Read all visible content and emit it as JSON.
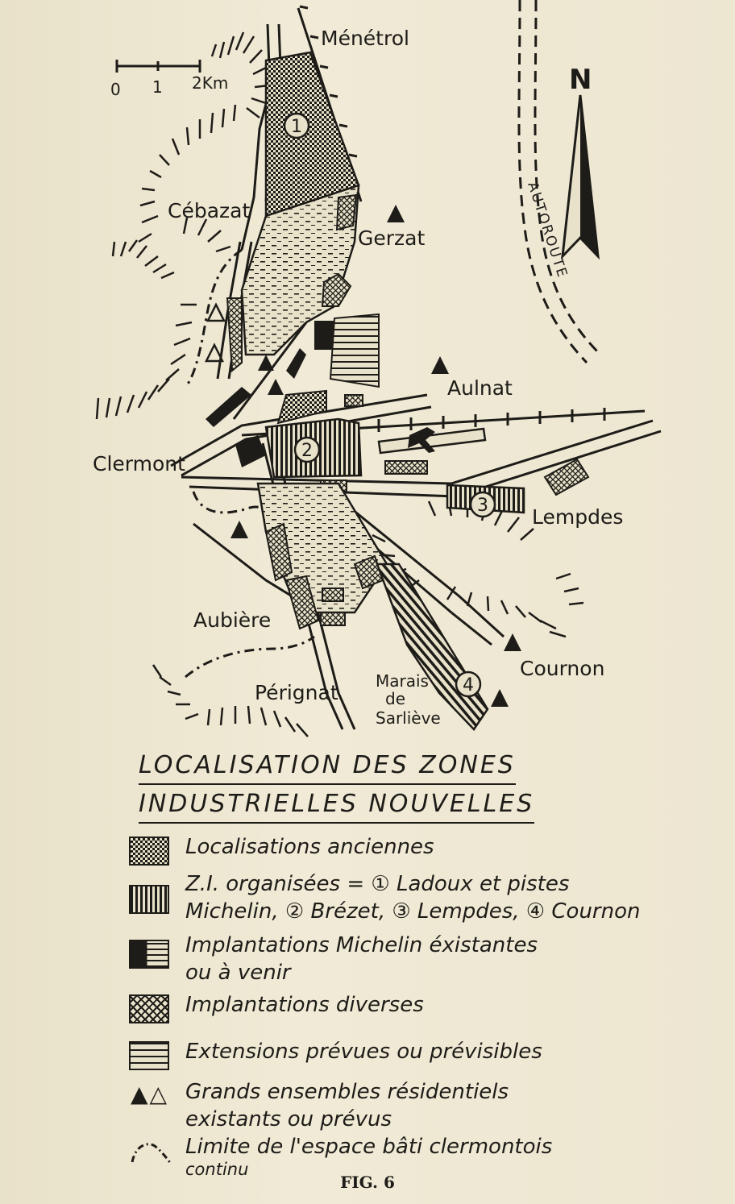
{
  "map": {
    "scale_ticks": [
      "0",
      "1",
      "2Km"
    ],
    "north": "N",
    "road_label": "AUTOROUTE",
    "places": {
      "menetrol": "Ménétrol",
      "cebazat": "Cébazat",
      "gerzat": "Gerzat",
      "aulnat": "Aulnat",
      "clermont": "Clermont",
      "lempdes": "Lempdes",
      "aubiere": "Aubière",
      "cournon": "Cournon",
      "perignat": "Pérignat",
      "marais_1": "Marais",
      "marais_2": "de",
      "marais_3": "Sarliève"
    },
    "zone_numbers": [
      "1",
      "2",
      "3",
      "4"
    ]
  },
  "title": {
    "line1": "LOCALISATION DES ZONES",
    "line2": "INDUSTRIELLES NOUVELLES"
  },
  "legend": [
    {
      "line1": "Localisations anciennes",
      "line2": ""
    },
    {
      "line1": "Z.I. organisées = ① Ladoux et pistes",
      "line2": "Michelin, ② Brézet, ③ Lempdes, ④ Cournon"
    },
    {
      "line1": "Implantations Michelin éxistantes",
      "line2": "ou à venir"
    },
    {
      "line1": "Implantations diverses",
      "line2": ""
    },
    {
      "line1": "Extensions prévues ou prévisibles",
      "line2": ""
    },
    {
      "line1": "Grands ensembles résidentiels",
      "line2": "existants ou prévus"
    },
    {
      "line1": "Limite de l'espace bâti clermontois",
      "line2": "continu"
    }
  ],
  "figure_caption": "FIG. 6"
}
